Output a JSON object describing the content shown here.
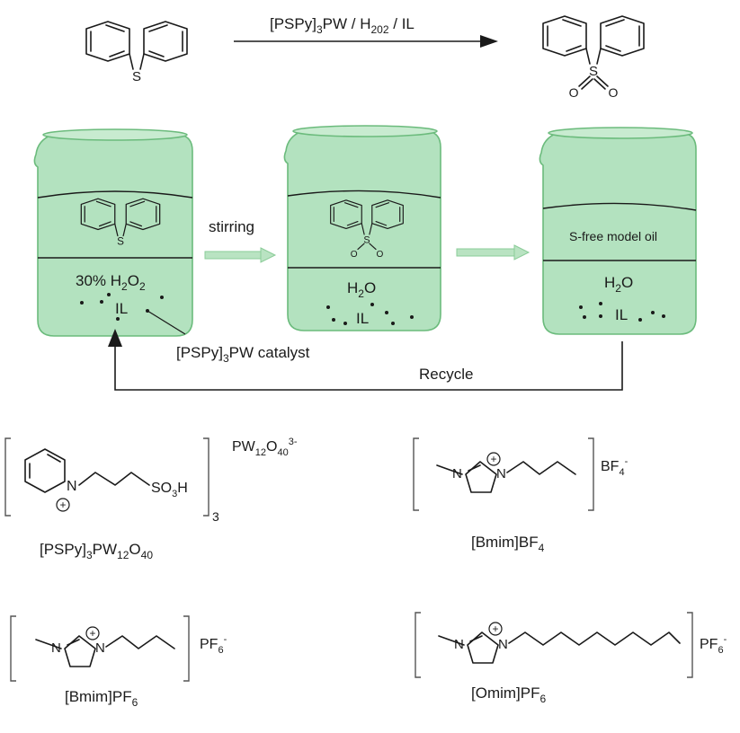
{
  "reaction": {
    "reagent_main": "[PSPy]",
    "reagent_sub1": "3",
    "reagent_mid": "PW / H",
    "reagent_sub2": "202",
    "reagent_tail": " / IL",
    "sulfur_label": "S",
    "oxygen_label": "O"
  },
  "beaker1": {
    "oxidant_pre": "30% H",
    "oxidant_sub1": "2",
    "oxidant_mid": "O",
    "oxidant_sub2": "2",
    "liquid_label": "IL"
  },
  "beaker2": {
    "water_pre": "H",
    "water_sub": "2",
    "water_post": "O",
    "liquid_label": "IL"
  },
  "beaker3": {
    "oil_label": "S-free model oil",
    "water_pre": "H",
    "water_sub": "2",
    "water_post": "O",
    "liquid_label": "IL"
  },
  "labels": {
    "stirring": "stirring",
    "recycle": "Recycle",
    "catalyst_pre": "[PSPy]",
    "catalyst_sub": "3",
    "catalyst_post": "PW catalyst"
  },
  "structures": {
    "pspy": {
      "n_label": "N",
      "charge": "+",
      "so3h_pre": "SO",
      "so3h_sub": "3",
      "so3h_post": "H",
      "bracket_sub": "3",
      "anion_pre": "PW",
      "anion_sub1": "12",
      "anion_mid": "O",
      "anion_sub2": "40",
      "anion_sup": "3-",
      "name_pre": "[PSPy]",
      "name_sub1": "3",
      "name_mid": "PW",
      "name_sub2": "12",
      "name_mid2": "O",
      "name_sub3": "40"
    },
    "bmim_bf4": {
      "n_label": "N",
      "charge": "+",
      "anion_pre": "BF",
      "anion_sub": "4",
      "anion_sup": "-",
      "name_pre": "[Bmim]BF",
      "name_sub": "4"
    },
    "bmim_pf6": {
      "n_label": "N",
      "charge": "+",
      "anion_pre": "PF",
      "anion_sub": "6",
      "anion_sup": "-",
      "name_pre": "[Bmim]PF",
      "name_sub": "6"
    },
    "omim_pf6": {
      "n_label": "N",
      "charge": "+",
      "anion_pre": "PF",
      "anion_sub": "6",
      "anion_sup": "-",
      "name_pre": "[Omim]PF",
      "name_sub": "6"
    }
  },
  "colors": {
    "beaker_fill": "#b3e2bf",
    "beaker_stroke": "#6bbb7c",
    "flow_arrow": "#b9e3c2"
  }
}
